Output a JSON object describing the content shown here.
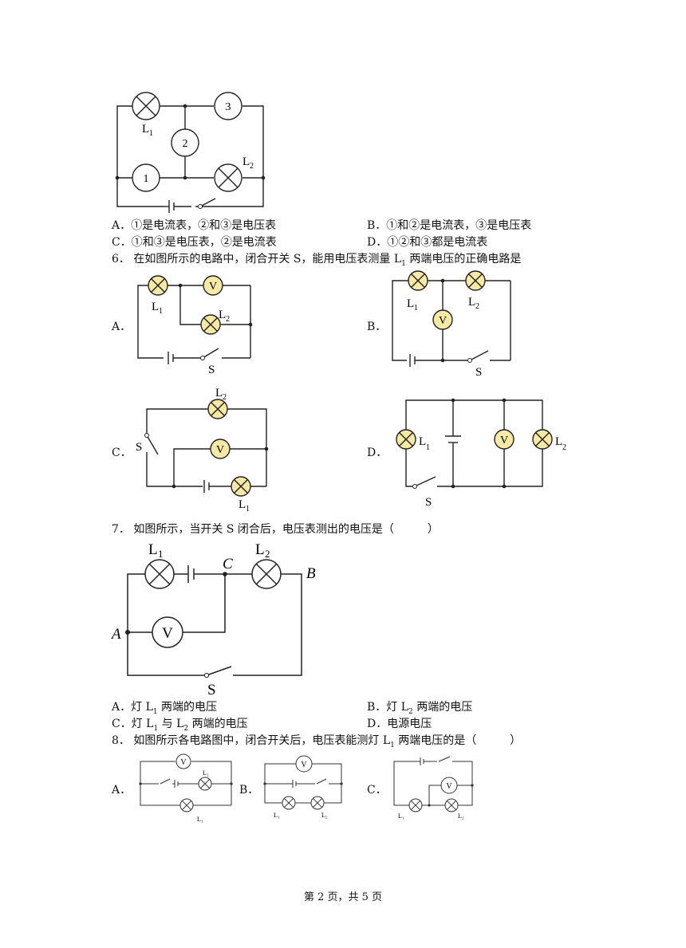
{
  "q5": {
    "diagram": {
      "meter1": "1",
      "meter2": "2",
      "meter3": "3",
      "L1": "L",
      "L1sub": "1",
      "L2": "L",
      "L2sub": "2"
    },
    "options": [
      {
        "key": "A．",
        "text": "①是电流表，②和③是电压表"
      },
      {
        "key": "B．",
        "text": "①和②是电流表，③是电压表"
      },
      {
        "key": "C．",
        "text": "①和③是电压表，②是电流表"
      },
      {
        "key": "D．",
        "text": "①②和③都是电流表"
      }
    ]
  },
  "q6": {
    "number": "6．",
    "stem_a": "在如图所示的电路中，闭合开关 S，能用电压表测量 L",
    "stem_sub": "1",
    "stem_b": " 两端电压的正确电路是",
    "labels": {
      "A": "A．",
      "B": "B．",
      "C": "C．",
      "D": "D．"
    },
    "diagram": {
      "V": "V",
      "S": "S",
      "L": "L",
      "one": "1",
      "two": "2"
    }
  },
  "q7": {
    "number": "7．",
    "stem": "如图所示，当开关 S 闭合后，电压表测出的电压是（　　　）",
    "diagram": {
      "L": "L",
      "one": "1",
      "two": "2",
      "A": "A",
      "B": "B",
      "C": "C",
      "V": "V",
      "S": "S"
    },
    "options": [
      {
        "key": "A．",
        "a": "灯 L",
        "sub": "1",
        "b": " 两端的电压"
      },
      {
        "key": "B．",
        "a": "灯 L",
        "sub": "2",
        "b": " 两端的电压"
      },
      {
        "key": "C．",
        "a": "灯 L",
        "sub": "1",
        "b": " 与 L",
        "sub2": "2",
        "c": " 两端的电压"
      },
      {
        "key": "D．",
        "a": "电源电压"
      }
    ]
  },
  "q8": {
    "number": "8．",
    "stem_a": "如图所示各电路图中，闭合开关后，电压表能测灯 L",
    "stem_sub": "1",
    "stem_b": " 两端电压的是（　　　）",
    "labels": {
      "A": "A．",
      "B": "B．",
      "C": "C．"
    },
    "diagram": {
      "V": "V",
      "L1": "L₁",
      "L2": "L₂"
    }
  },
  "footer": {
    "text": "第 2 页，共 5 页"
  }
}
